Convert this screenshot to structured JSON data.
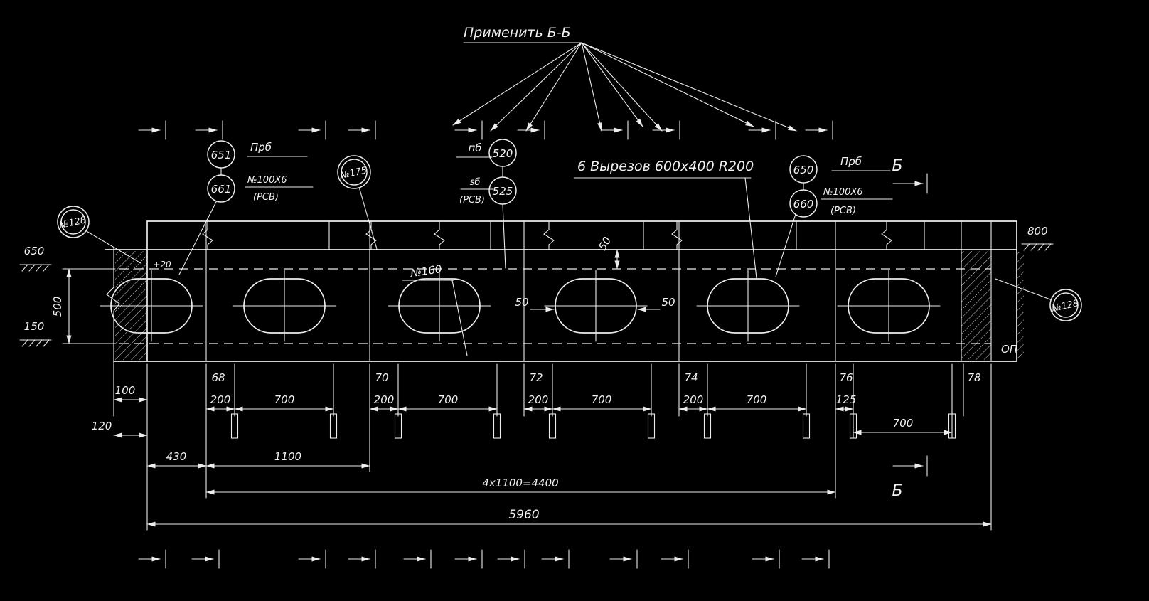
{
  "drawing": {
    "title": "Применить Б-Б",
    "cutouts_note": "6 Вырезов 600x400 R200",
    "plus20": "+20",
    "support_label": "ОП",
    "no160": "№160",
    "no175": "№175",
    "no128": "№128",
    "section_letter": "Б"
  },
  "balloons": {
    "b651": "651",
    "b661": "661",
    "b520": "520",
    "b525": "525",
    "b650": "650",
    "b660": "660"
  },
  "labels": {
    "prb": "Прб",
    "pb": "пб",
    "sb": "sб",
    "anchor": "№100Х6",
    "rsv": "(РСВ)"
  },
  "levels": {
    "l650": "650",
    "l150": "150",
    "l800": "800",
    "h500": "500",
    "gap50": "50"
  },
  "positions": [
    "68",
    "70",
    "72",
    "74",
    "76",
    "78"
  ],
  "dims": {
    "d100": "100",
    "d120": "120",
    "d200": "200",
    "d700": "700",
    "d125": "125",
    "d430": "430",
    "d1100": "1100",
    "d4400": "4x1100=4400",
    "d5960": "5960"
  }
}
